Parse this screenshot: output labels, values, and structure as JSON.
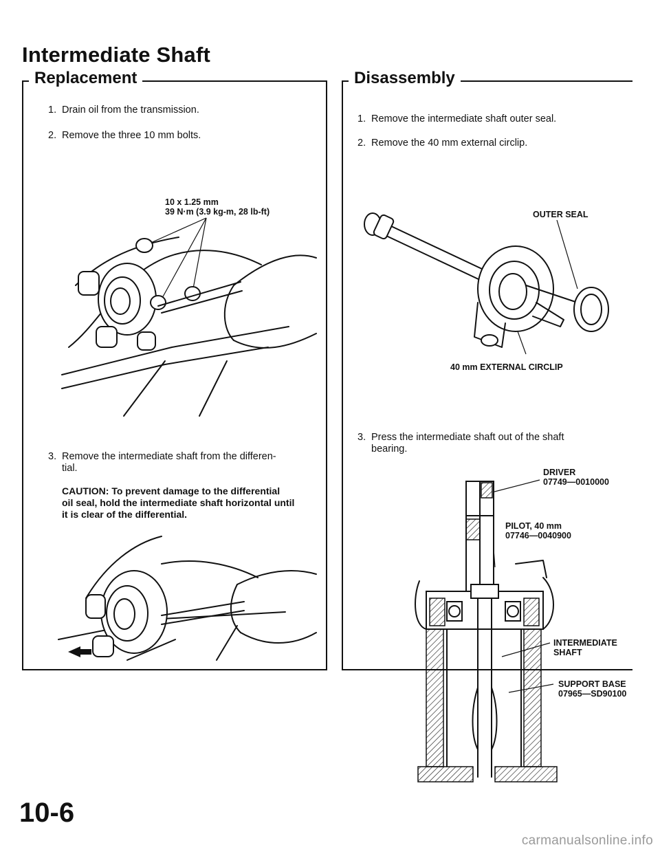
{
  "page": {
    "title": "Intermediate Shaft",
    "page_number": "10-6",
    "watermark": "carmanualsonline.info"
  },
  "replacement": {
    "title": "Replacement",
    "steps": [
      {
        "num": "1.",
        "text": "Drain oil from the transmission."
      },
      {
        "num": "2.",
        "text": "Remove the three 10 mm bolts."
      },
      {
        "num": "3.",
        "text": "Remove the intermediate shaft from the differen-",
        "text2": "tial."
      }
    ],
    "torque_label_1": "10 x 1.25 mm",
    "torque_label_2": "39 N·m (3.9 kg-m, 28 lb-ft)",
    "caution_1": "CAUTION: To prevent damage to the differential",
    "caution_2": "oil seal, hold the intermediate shaft horizontal until",
    "caution_3": "it is clear of the differential."
  },
  "disassembly": {
    "title": "Disassembly",
    "steps": [
      {
        "num": "1.",
        "text": "Remove the intermediate shaft outer seal."
      },
      {
        "num": "2.",
        "text": "Remove the 40 mm external circlip."
      },
      {
        "num": "3.",
        "text": "Press the intermediate shaft out of the shaft",
        "text2": "bearing."
      }
    ],
    "outer_seal_label": "OUTER SEAL",
    "circlip_label": "40 mm EXTERNAL CIRCLIP",
    "driver_label": "DRIVER",
    "driver_part": "07749—0010000",
    "pilot_label": "PILOT, 40 mm",
    "pilot_part": "07746—0040900",
    "shaft_label_1": "INTERMEDIATE",
    "shaft_label_2": "SHAFT",
    "base_label": "SUPPORT BASE",
    "base_part": "07965—SD90100"
  }
}
